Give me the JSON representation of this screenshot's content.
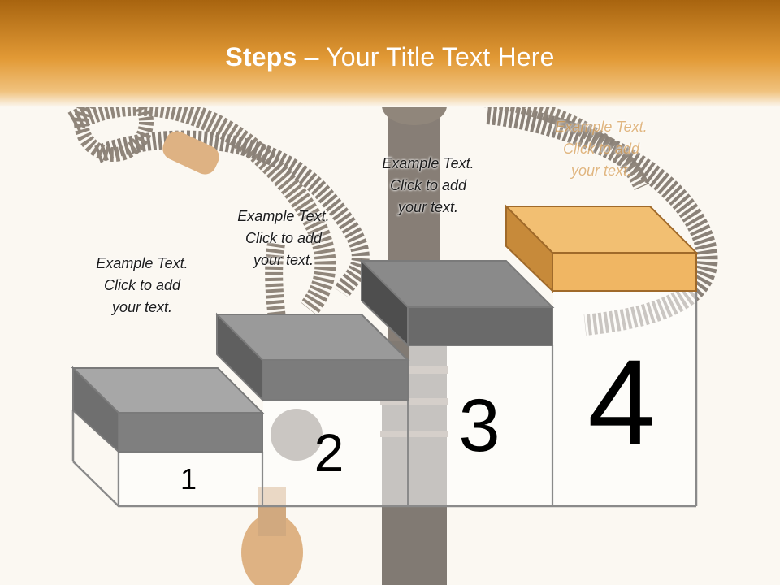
{
  "title": {
    "bold": "Steps",
    "rest": " – Your Title Text Here"
  },
  "steps": [
    {
      "number": "1",
      "text": [
        "Example Text.",
        "Click  to add",
        "your text."
      ]
    },
    {
      "number": "2",
      "text": [
        "Example Text.",
        "Click  to add",
        "your text."
      ]
    },
    {
      "number": "3",
      "text": [
        "Example Text.",
        "Click  to add",
        "your text."
      ]
    },
    {
      "number": "4",
      "text": [
        "Example Text.",
        "Click  to add",
        "your text."
      ]
    }
  ],
  "colors": {
    "header": "#e0952e",
    "gray_block": "#7b7b7b",
    "highlight_block": "#f2b865",
    "outline": "#8a8a8a"
  },
  "background_image": "hookah-photo"
}
